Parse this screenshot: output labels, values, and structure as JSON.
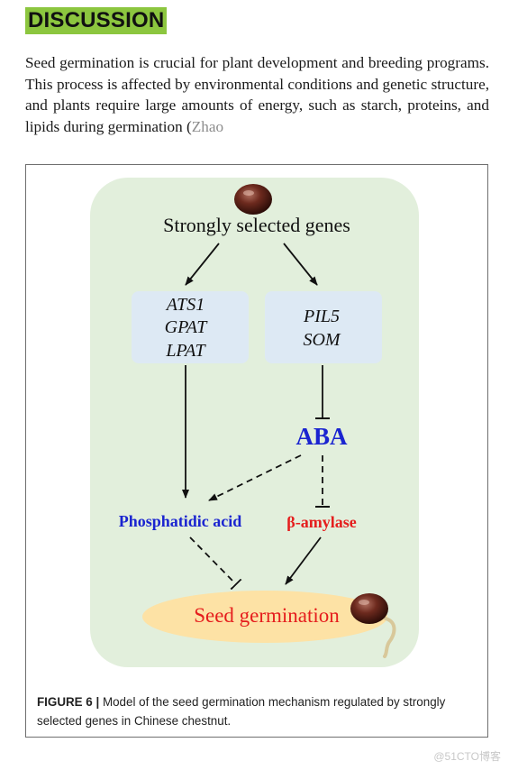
{
  "section": {
    "heading": "DISCUSSION"
  },
  "paragraph": {
    "text": "Seed germination is crucial for plant development and breeding programs. This process is affected by environmental conditions and genetic structure, and plants require large amounts of energy, such as starch, proteins, and lipids during germination (",
    "citation": "Zhao"
  },
  "figure": {
    "diagram": {
      "top_label": "Strongly selected genes",
      "left_box": [
        "ATS1",
        "GPAT",
        "LPAT"
      ],
      "right_box": [
        "PIL5",
        "SOM"
      ],
      "aba": "ABA",
      "phosphatidic_acid": "Phosphatidic acid",
      "beta_amylase": "β-amylase",
      "seed_germination": "Seed germination",
      "colors": {
        "panel": "#e2efdc",
        "gene_box": "#dde9f4",
        "ellipse": "#fde2a5",
        "aba": "#1a24d0",
        "phosphatidic_acid": "#1a24d0",
        "beta_amylase": "#e51d1d",
        "seed_germination": "#e51d1d"
      }
    },
    "caption": {
      "label": "FIGURE 6 |",
      "text": " Model of the seed germination mechanism regulated by strongly selected genes in Chinese chestnut."
    }
  },
  "watermark": "@51CTO博客"
}
